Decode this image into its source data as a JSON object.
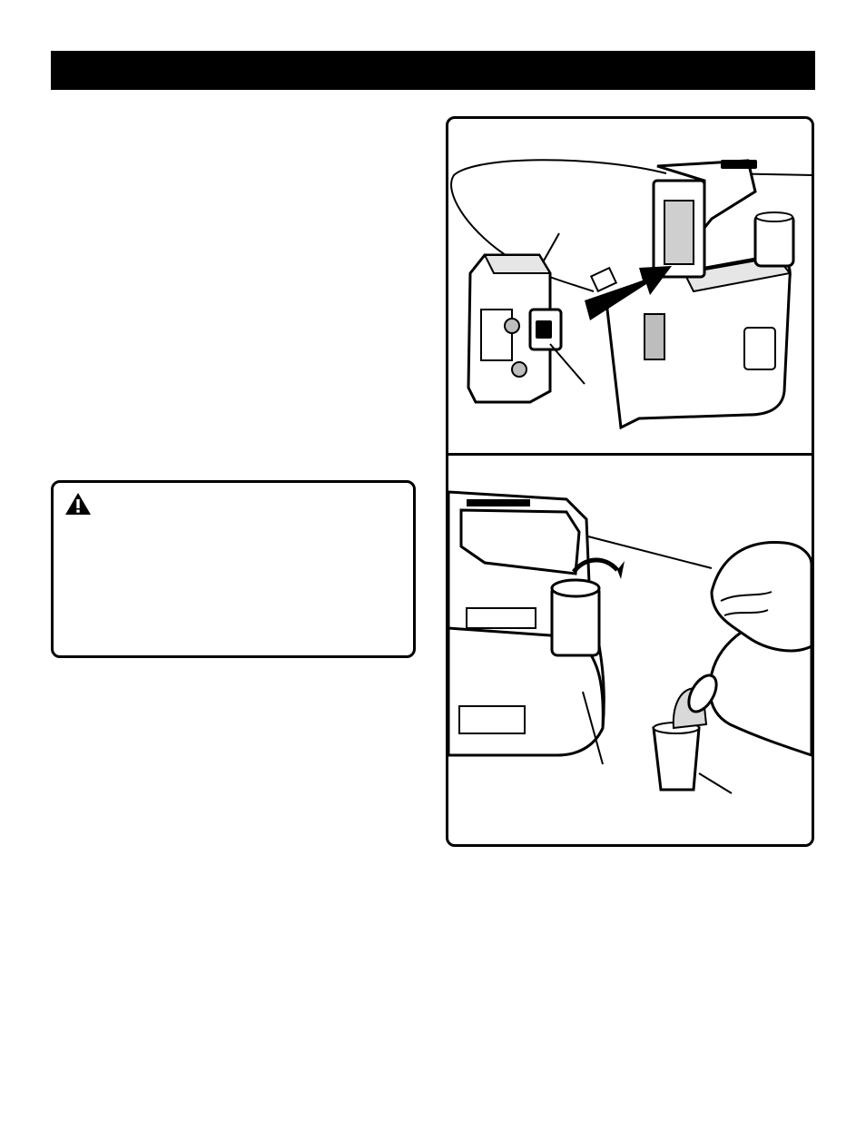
{
  "header": {
    "title": ""
  },
  "warning": {
    "heading": "",
    "body": "",
    "icon": "warning-triangle-icon"
  },
  "figures": [
    {
      "name": "battery-insertion",
      "icons": [
        "battery-pack",
        "sprayer-body",
        "insert-arrow"
      ]
    },
    {
      "name": "fill-solution",
      "icons": [
        "tank-cap",
        "measuring-cup",
        "solution-bottle"
      ]
    }
  ],
  "colors": {
    "ink": "#000000",
    "paper": "#ffffff",
    "shade": "#d9d9d9"
  }
}
